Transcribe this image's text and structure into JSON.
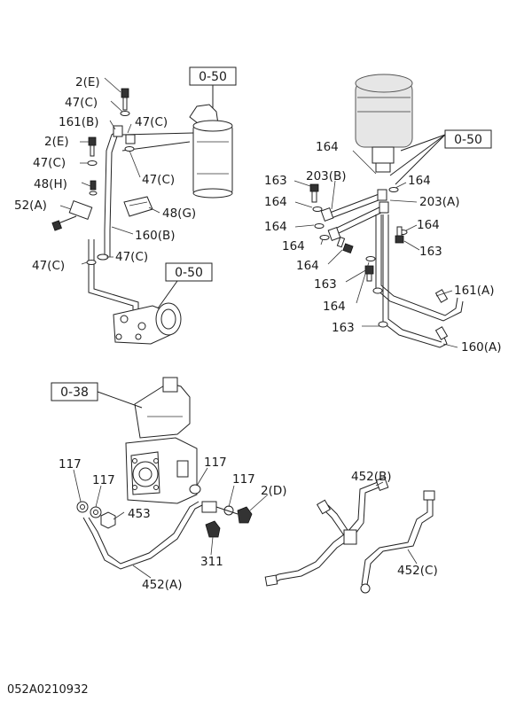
{
  "references": {
    "ref_filter_left": "0-50",
    "ref_compressor_left": "0-50",
    "ref_filter_right": "0-50",
    "ref_compressor_bottom": "0-38"
  },
  "labels": {
    "l_2e": "2(E)",
    "l_47c_1": "47(C)",
    "l_161b": "161(B)",
    "l_47c_2": "47(C)",
    "l_2e_2": "2(E)",
    "l_47c_3": "47(C)",
    "l_47c_4": "47(C)",
    "l_48h": "48(H)",
    "l_52a": "52(A)",
    "l_48g": "48(G)",
    "l_160b": "160(B)",
    "l_47c_5": "47(C)",
    "l_47c_6": "47(C)",
    "r_164_1": "164",
    "r_163_1": "163",
    "r_203b": "203(B)",
    "r_164_2": "164",
    "r_164_3": "164",
    "r_203a": "203(A)",
    "r_164_4": "164",
    "r_164_5": "164",
    "r_164_6": "164",
    "r_163_2": "163",
    "r_164_7": "164",
    "r_163_3": "163",
    "r_161a": "161(A)",
    "r_164_8": "164",
    "r_163_4": "163",
    "r_160a": "160(A)",
    "b_117_1": "117",
    "b_117_2": "117",
    "b_453": "453",
    "b_117_3": "117",
    "b_117_4": "117",
    "b_2d": "2(D)",
    "b_311": "311",
    "b_452a": "452(A)",
    "b_452b": "452(B)",
    "b_452c": "452(C)"
  },
  "footer": {
    "drawing_code": "052A0210932"
  }
}
